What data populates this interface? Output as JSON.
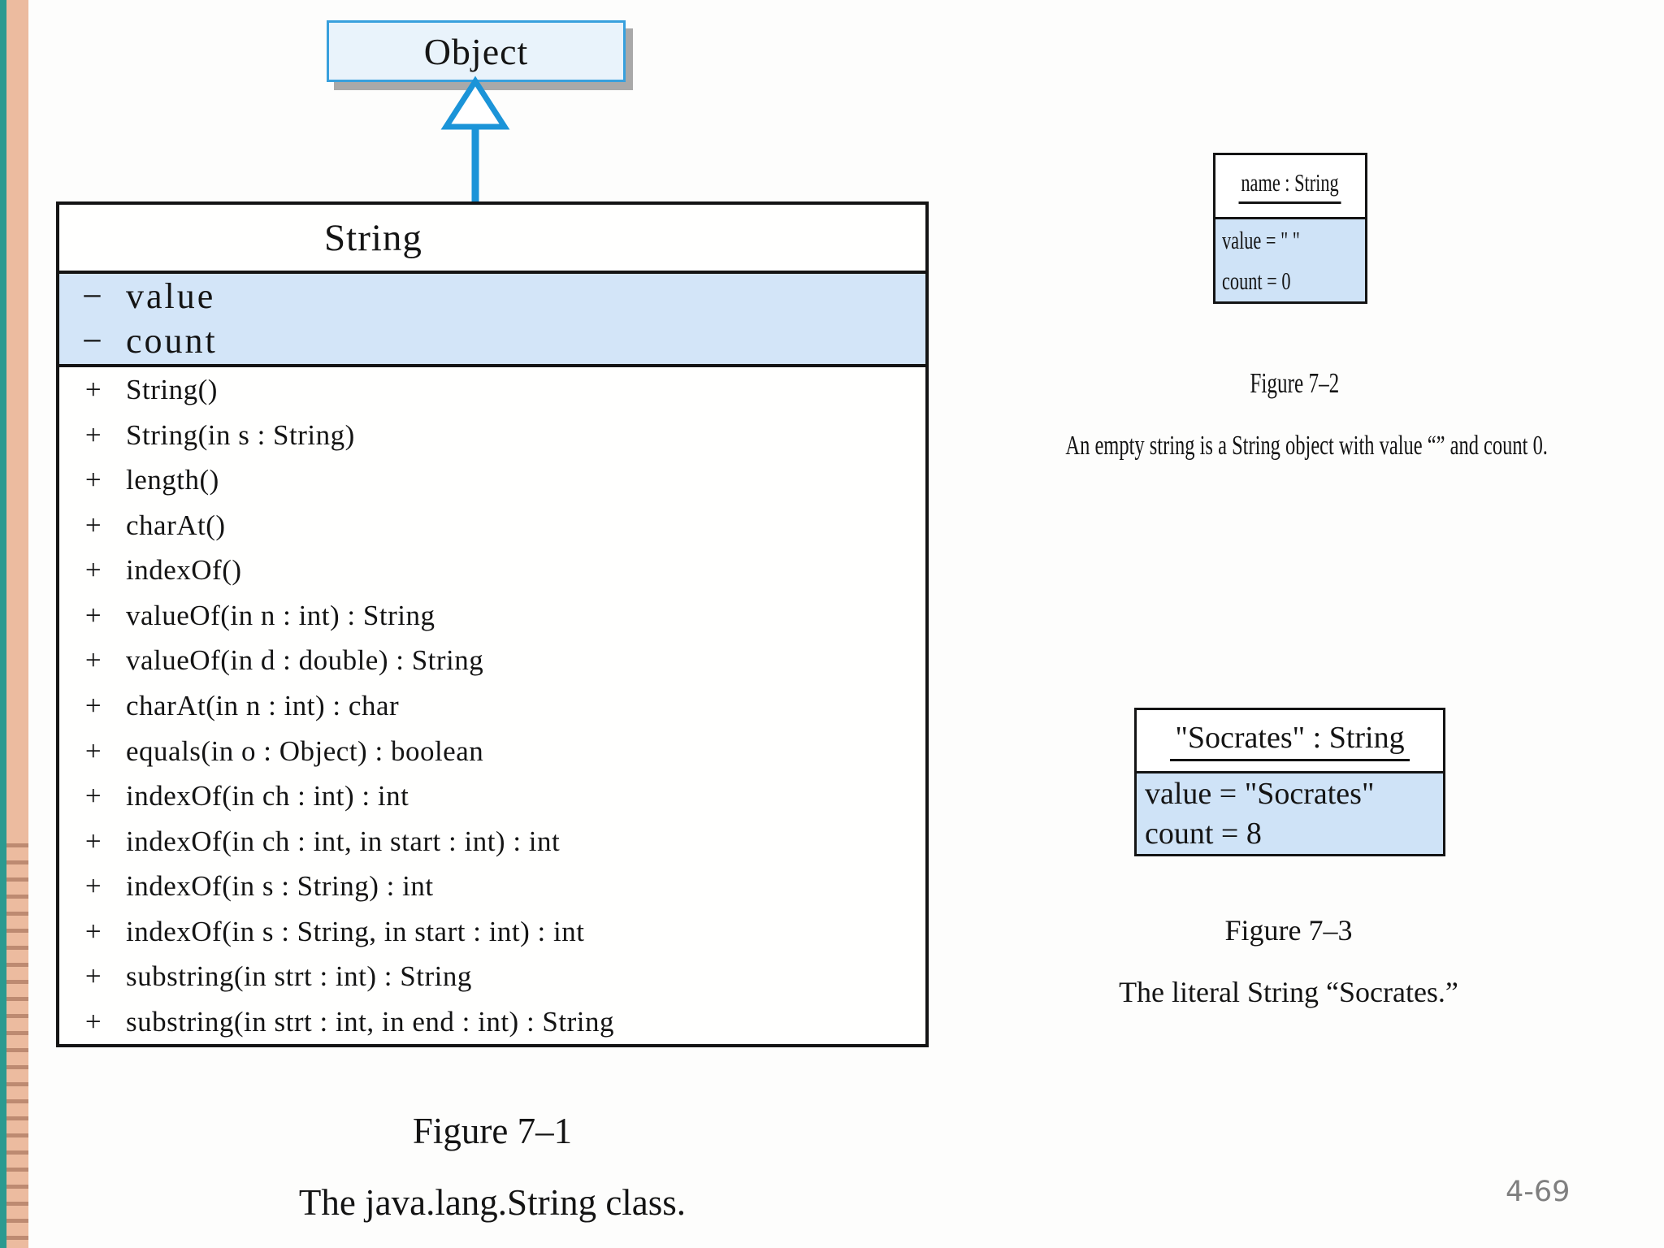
{
  "page_number": "4-69",
  "colors": {
    "arrow_blue": "#1b94d8",
    "object_box_fill": "#e9f3fb",
    "object_box_border": "#38a0dd",
    "attribute_band_blue": "#d3e5f8",
    "object_diagram_blue": "#cfe3f7",
    "strip_teal": "#2b9a90",
    "strip_salmon": "#ecbb9f",
    "strip_line": "#bd8a71",
    "page_number_gray": "#7f7f7f"
  },
  "uml": {
    "superclass_name": "Object",
    "class_name": "String",
    "attributes": [
      {
        "sign": "−",
        "label": "value"
      },
      {
        "sign": "−",
        "label": "count"
      }
    ],
    "methods": [
      {
        "sign": "+",
        "label": "String()"
      },
      {
        "sign": "+",
        "label": "String(in s : String)"
      },
      {
        "sign": "+",
        "label": "length()"
      },
      {
        "sign": "+",
        "label": "charAt()"
      },
      {
        "sign": "+",
        "label": "indexOf()"
      },
      {
        "sign": "+",
        "label": "valueOf(in n : int) : String"
      },
      {
        "sign": "+",
        "label": "valueOf(in d : double) : String"
      },
      {
        "sign": "+",
        "label": "charAt(in n : int) : char"
      },
      {
        "sign": "+",
        "label": "equals(in o : Object) : boolean"
      },
      {
        "sign": "+",
        "label": "indexOf(in ch : int) : int"
      },
      {
        "sign": "+",
        "label": "indexOf(in ch : int, in start : int) : int"
      },
      {
        "sign": "+",
        "label": "indexOf(in s : String) : int"
      },
      {
        "sign": "+",
        "label": "indexOf(in s : String, in start : int) : int"
      },
      {
        "sign": "+",
        "label": "substring(in strt : int) : String"
      },
      {
        "sign": "+",
        "label": "substring(in strt : int, in end : int) : String"
      }
    ]
  },
  "figure1": {
    "title": "Figure 7–1",
    "caption": "The java.lang.String class."
  },
  "figure2": {
    "box_header": "name : String",
    "fields": [
      "value = \" \"",
      "count = 0"
    ],
    "title": "Figure 7–2",
    "caption": "An empty string is a String object with value “” and count 0."
  },
  "figure3": {
    "box_header": "\"Socrates\" : String",
    "fields": [
      "value = \"Socrates\"",
      "count = 8"
    ],
    "title": "Figure 7–3",
    "caption": "The literal String “Socrates.”"
  }
}
